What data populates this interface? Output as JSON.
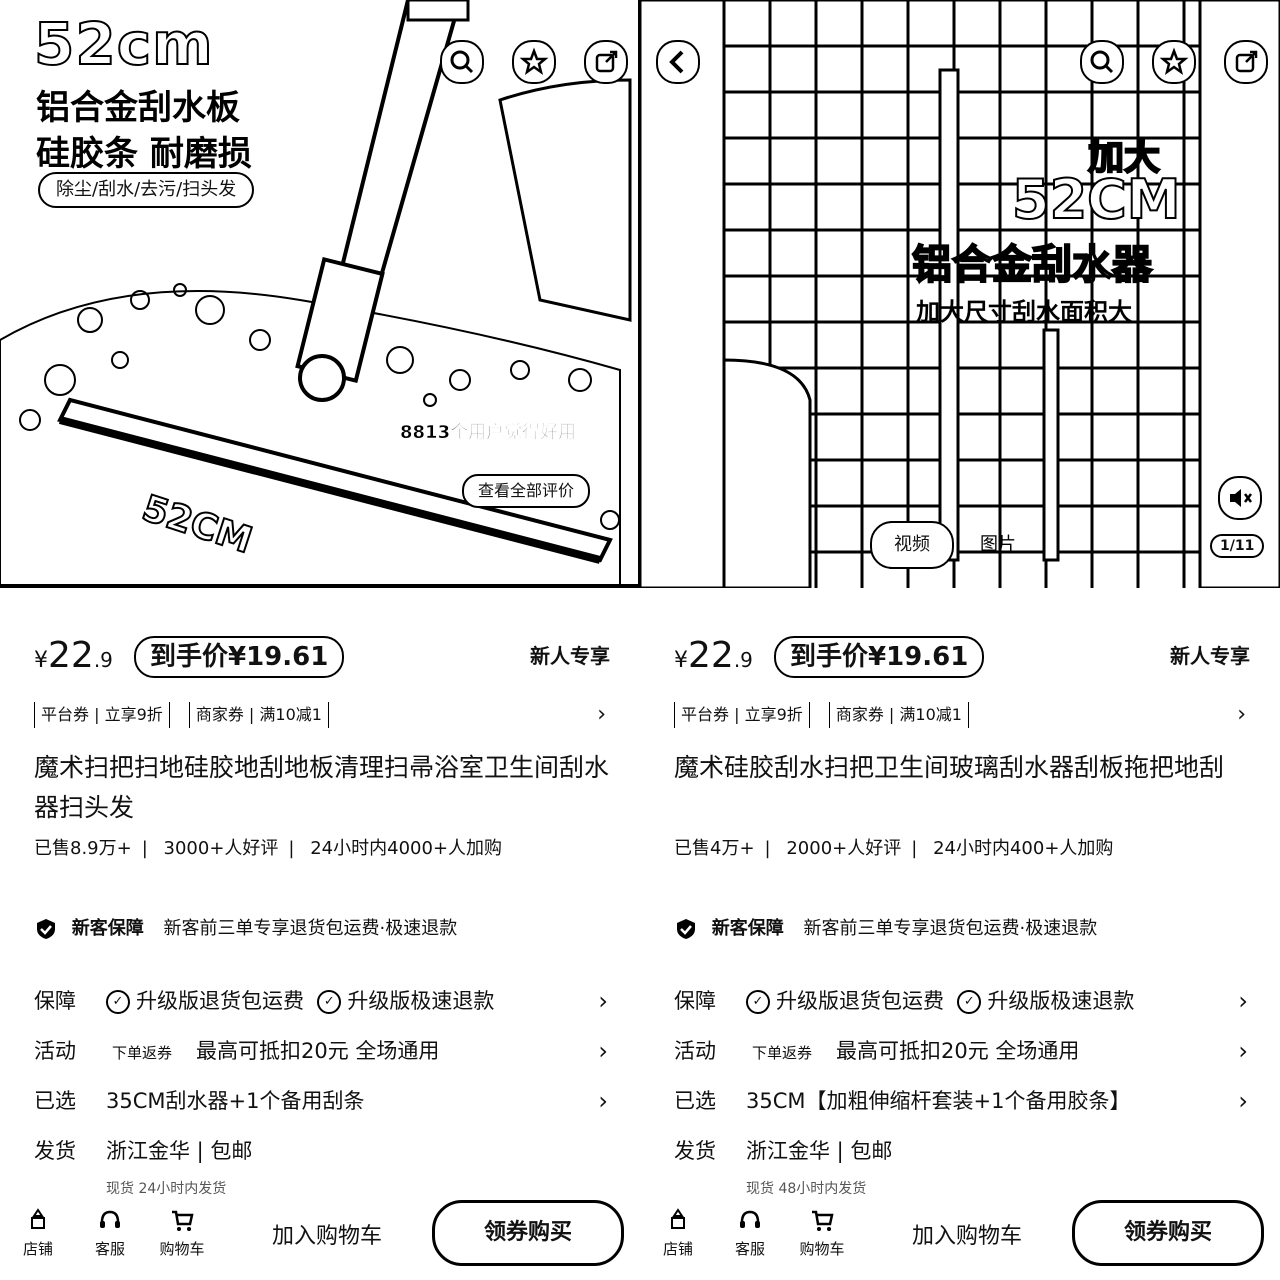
{
  "left": {
    "hero": {
      "size_label": "52cm",
      "headline_1": "铝合金刮水板",
      "headline_2": "硅胶条 耐磨损",
      "tags": "除尘/刮水/去污/扫头发",
      "review_note": "8813个用户觉得好用",
      "review_button": "查看全部评价",
      "measure": "52CM"
    },
    "price": {
      "currency": "¥",
      "int": "22",
      "dec": ".9",
      "deal": "到手价¥19.61",
      "new_user": "新人专享"
    },
    "coupons": [
      "平台券 | 立享9折",
      "商家券 | 满10减1"
    ],
    "title": "魔术扫把扫地硅胶地刮地板清理扫帚浴室卫生间刮水器扫头发",
    "sales": [
      "已售8.9万+",
      "3000+人好评",
      "24小时内4000+人加购"
    ],
    "guarantee": {
      "label": "新客保障",
      "text": "新客前三单专享退货包运费·极速退款"
    },
    "rows": {
      "protect": {
        "label": "保障",
        "item1": "升级版退货包运费",
        "item2": "升级版极速退款"
      },
      "activity": {
        "label": "活动",
        "tag": "下单返券",
        "text": "最高可抵扣20元 全场通用"
      },
      "selected": {
        "label": "已选",
        "text": "35CM刮水器+1个备用刮条"
      },
      "shipping": {
        "label": "发货",
        "text": "浙江金华 | 包邮"
      }
    },
    "cutoff": "现货   24小时内发货",
    "bottom": {
      "shop": "店铺",
      "service": "客服",
      "cart": "购物车",
      "add_cart": "加入购物车",
      "buy": "领券购买"
    }
  },
  "right": {
    "hero": {
      "jia_da": "加大",
      "size_label": "52CM",
      "headline": "铝合金刮水器",
      "sub": "加大尺寸刮水面积大",
      "tab_video": "视频",
      "tab_image": "图片",
      "page_indicator": "1/11"
    },
    "price": {
      "currency": "¥",
      "int": "22",
      "dec": ".9",
      "deal": "到手价¥19.61",
      "new_user": "新人专享"
    },
    "coupons": [
      "平台券 | 立享9折",
      "商家券 | 满10减1"
    ],
    "title": "魔术硅胶刮水扫把卫生间玻璃刮水器刮板拖把地刮",
    "sales": [
      "已售4万+",
      "2000+人好评",
      "24小时内400+人加购"
    ],
    "guarantee": {
      "label": "新客保障",
      "text": "新客前三单专享退货包运费·极速退款"
    },
    "rows": {
      "protect": {
        "label": "保障",
        "item1": "升级版退货包运费",
        "item2": "升级版极速退款"
      },
      "activity": {
        "label": "活动",
        "tag": "下单返券",
        "text": "最高可抵扣20元 全场通用"
      },
      "selected": {
        "label": "已选",
        "text": "35CM【加粗伸缩杆套装+1个备用胶条】"
      },
      "shipping": {
        "label": "发货",
        "text": "浙江金华 | 包邮"
      }
    },
    "cutoff": "现货   48小时内发货",
    "bottom": {
      "shop": "店铺",
      "service": "客服",
      "cart": "购物车",
      "add_cart": "加入购物车",
      "buy": "领券购买"
    }
  },
  "icons": {
    "search": "search-icon",
    "favorite": "star-icon",
    "share": "share-icon",
    "back": "back-icon",
    "mute": "mute-icon",
    "chevron": "chevron-right-icon"
  }
}
